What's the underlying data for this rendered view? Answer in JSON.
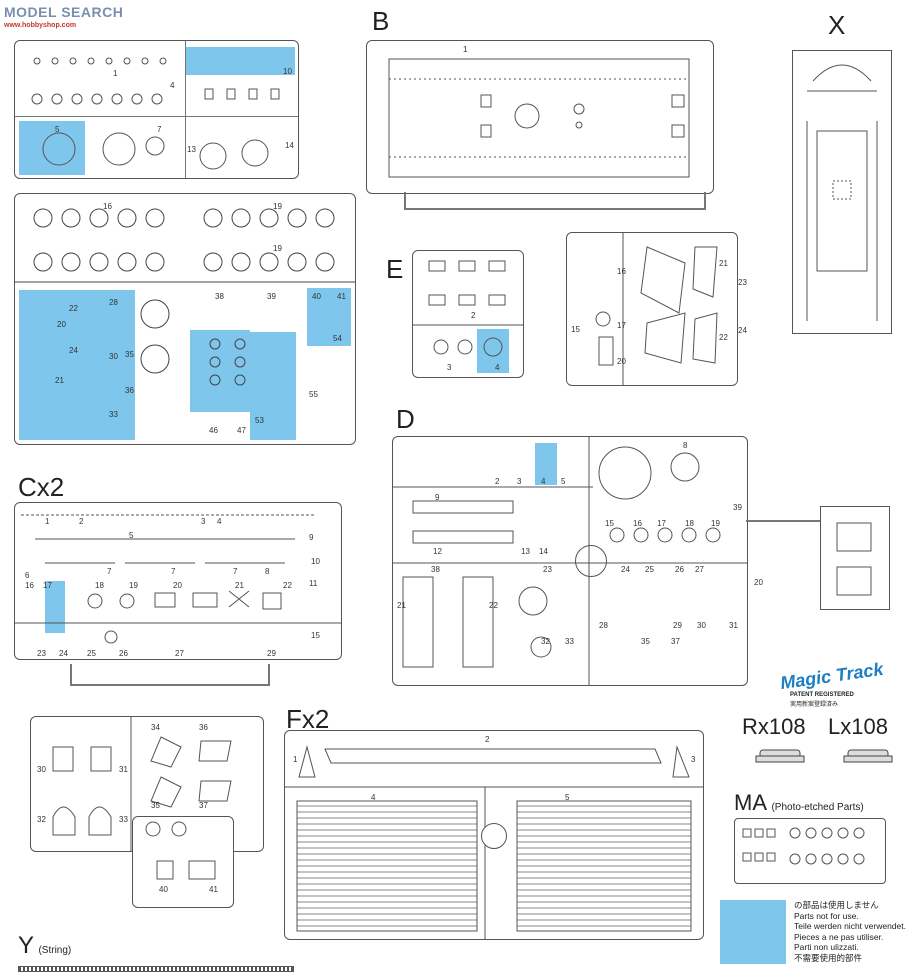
{
  "watermark": {
    "text": "MODEL SEARCH",
    "site": "www.hobbyshop.com"
  },
  "frames": {
    "b": {
      "label": "B"
    },
    "x": {
      "label": "X"
    },
    "e": {
      "label": "E"
    },
    "d": {
      "label": "D"
    },
    "c": {
      "label": "Cx2"
    },
    "f": {
      "label": "Fx2"
    },
    "y": {
      "label": "Y",
      "note": "(String)"
    }
  },
  "magic_track": {
    "logo": "Magic Track",
    "patent": "PATENT REGISTERED",
    "jp": "実用新案登録済み",
    "r_count": "Rx108",
    "l_count": "Lx108"
  },
  "ma": {
    "label": "MA",
    "note": "(Photo-etched Parts)"
  },
  "legend": {
    "color": "#7fc6ec",
    "lines": [
      "の部品は使用しません",
      "Parts not for use.",
      "Teile werden nicht verwendet.",
      "Pieces a ne pas utiliser.",
      "Parti non ulizzati.",
      "不需要使用的部件"
    ]
  }
}
